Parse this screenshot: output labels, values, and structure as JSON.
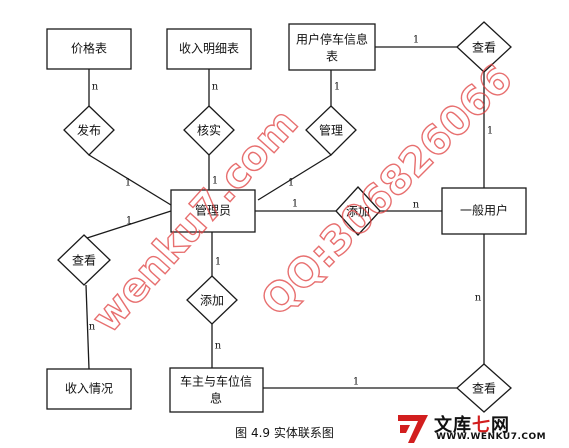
{
  "entities": {
    "price_table": "价格表",
    "income_detail": "收入明细表",
    "parking_info_line1": "用户停车信息",
    "parking_info_line2": "表",
    "admin": "管理员",
    "user": "一般用户",
    "income_status": "收入情况",
    "owner_info_line1": "车主与车位信",
    "owner_info_line2": "息"
  },
  "relationships": {
    "publish": "发布",
    "verify": "核实",
    "manage": "管理",
    "view_top": "查看",
    "add_middle": "添加",
    "view_left": "查看",
    "add_lower": "添加",
    "view_bottom": "查看"
  },
  "cardinalities": {
    "price_publish": "n",
    "publish_admin": "1",
    "income_verify": "n",
    "verify_admin": "1",
    "parking_manage": "1",
    "manage_admin": "1",
    "parking_view": "1",
    "view_user": "1",
    "admin_add": "1",
    "add_user": "n",
    "admin_viewleft": "1",
    "viewleft_income": "n",
    "admin_addlower": "1",
    "addlower_owner": "n",
    "owner_viewbottom": "1",
    "viewbottom_user": "n"
  },
  "watermark": {
    "site": "wenku7.com",
    "qq": "QQ:306826066"
  },
  "caption": "图 4.9 实体联系图",
  "logo": {
    "cn_prefix": "文库",
    "cn_seven": "七",
    "cn_suffix": "网",
    "url": "WWW.WENKU7.COM"
  },
  "colors": {
    "watermark": "#e04040",
    "logo_red": "#d21e1e"
  }
}
